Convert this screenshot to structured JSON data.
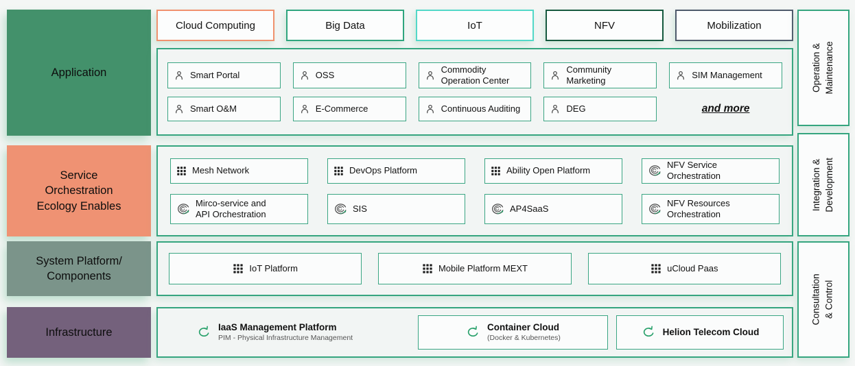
{
  "left_rows": [
    {
      "label": "Application",
      "color": "#43916b"
    },
    {
      "label": "Service\nOrchestration\nEcology Enables",
      "color": "#ef9273"
    },
    {
      "label": "System Platform/\nComponents",
      "color": "#7b948a"
    },
    {
      "label": "Infrastructure",
      "color": "#74617c"
    }
  ],
  "categories": [
    {
      "label": "Cloud Computing",
      "color": "#f0916e"
    },
    {
      "label": "Big Data",
      "color": "#2fa57e"
    },
    {
      "label": "IoT",
      "color": "#52d8c8"
    },
    {
      "label": "NFV",
      "color": "#16593f"
    },
    {
      "label": "Mobilization",
      "color": "#4e5a6b"
    }
  ],
  "application": {
    "items": [
      {
        "label": "Smart Portal",
        "icon": "person-icon"
      },
      {
        "label": "OSS",
        "icon": "person-icon"
      },
      {
        "label": "Commodity\nOperation Center",
        "icon": "person-icon"
      },
      {
        "label": "Community\nMarketing",
        "icon": "person-icon"
      },
      {
        "label": "SIM Management",
        "icon": "person-icon"
      },
      {
        "label": "Smart O&M",
        "icon": "person-icon"
      },
      {
        "label": "E-Commerce",
        "icon": "person-icon"
      },
      {
        "label": "Continuous Auditing",
        "icon": "person-icon"
      },
      {
        "label": "DEG",
        "icon": "person-icon"
      }
    ],
    "more_label": "and more"
  },
  "service": {
    "items": [
      {
        "label": "Mesh Network",
        "icon": "grid-icon"
      },
      {
        "label": "DevOps Platform",
        "icon": "grid-icon"
      },
      {
        "label": "Ability Open Platform",
        "icon": "grid-icon"
      },
      {
        "label": "NFV Service\nOrchestration",
        "icon": "swirl-icon"
      },
      {
        "label": "Mirco-service and\nAPI Orchestration",
        "icon": "swirl-icon"
      },
      {
        "label": "SIS",
        "icon": "swirl-icon"
      },
      {
        "label": "AP4SaaS",
        "icon": "swirl-icon"
      },
      {
        "label": "NFV Resources\nOrchestration",
        "icon": "swirl-icon"
      }
    ]
  },
  "system": {
    "items": [
      {
        "label": "IoT Platform",
        "icon": "grid-icon"
      },
      {
        "label": "Mobile Platform MEXT",
        "icon": "grid-icon"
      },
      {
        "label": "uCloud Paas",
        "icon": "grid-icon"
      }
    ]
  },
  "infrastructure": {
    "items": [
      {
        "label": "IaaS Management Platform",
        "sublabel": "PIM - Physical Infrastructure Management",
        "icon": "cycle-icon"
      },
      {
        "label": "Container Cloud",
        "sublabel": "(Docker & Kubernetes)",
        "icon": "cycle-icon"
      },
      {
        "label": "Helion Telecom Cloud",
        "sublabel": "",
        "icon": "cycle-icon"
      }
    ]
  },
  "right_columns": [
    {
      "label": "Operation &\nMaintenance"
    },
    {
      "label": "Integration &\nDevelopment"
    },
    {
      "label": "Consultation & Control"
    }
  ],
  "colors": {
    "panel_border": "#35a57f",
    "item_border": "#3aa583",
    "icon_green": "#27a06a",
    "background": "#f4f6f5"
  }
}
